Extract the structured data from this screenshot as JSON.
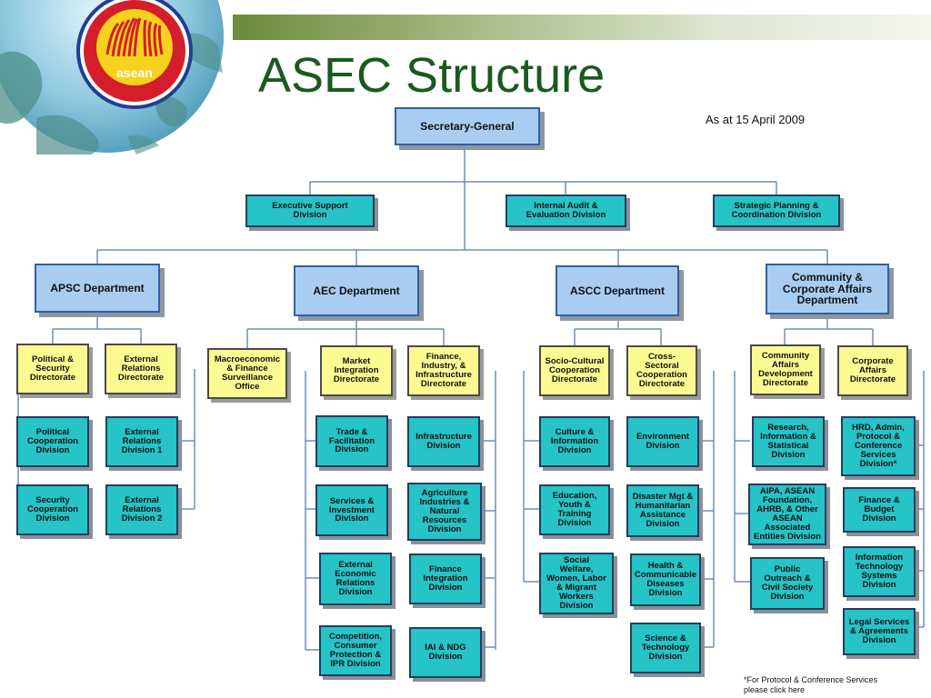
{
  "slide": {
    "title": "ASEC Structure",
    "as_at": "As at 15 April 2009",
    "footnote_lines": [
      "*For Protocol & Conference Services",
      " please click here"
    ],
    "logo_text": "asean",
    "colors": {
      "title": "#1a5a1e",
      "department_fill": "#a9cdf1",
      "directorate_fill": "#fbfb92",
      "division_fill": "#26c3c7",
      "connector": "#6f8fb8"
    }
  },
  "org": {
    "secretary_general": "Secretary-General",
    "offices": [
      "Executive Support\nDivision",
      "Internal Audit &\nEvaluation Division",
      "Strategic Planning &\nCoordination Division"
    ],
    "departments": [
      "APSC Department",
      "AEC Department",
      "ASCC Department",
      "Community &\nCorporate Affairs\nDepartment"
    ],
    "directorates": [
      "Political &\nSecurity\nDirectorate",
      "External\nRelations\nDirectorate",
      "Macroeconomic\n& Finance\nSurveillance\nOffice",
      "Market\nIntegration\nDirectorate",
      "Finance,\nIndustry, &\nInfrastructure\nDirectorate",
      "Socio-Cultural\nCooperation\nDirectorate",
      "Cross-\nSectoral\nCooperation\nDirectorate",
      "Community\nAffairs\nDevelopment\nDirectorate",
      "Corporate\nAffairs\nDirectorate"
    ],
    "divisions": [
      "Political\nCooperation\nDivision",
      "Security\nCooperation\nDivision",
      "External\nRelations\nDivision 1",
      "External\nRelations\nDivision 2",
      "Trade &\nFacilitation\nDivision",
      "Services &\nInvestment\nDivision",
      "External\nEconomic\nRelations\nDivision",
      "Competition,\nConsumer\nProtection &\nIPR Division",
      "Infrastructure\nDivision",
      "Agriculture\nIndustries &\nNatural\nResources\nDivision",
      "Finance\nIntegration\nDivision",
      "IAI & NDG\nDivision",
      "Culture &\nInformation\nDivision",
      "Education,\nYouth &\nTraining\nDivision",
      "Social\nWelfare,\nWomen, Labor\n& Migrant\nWorkers\nDivision",
      "Environment\nDivision",
      "Disaster Mgt &\nHumanitarian\nAssistance\nDivision",
      "Health &\nCommunicable\nDiseases\nDivision",
      "Science &\nTechnology\nDivision",
      "Research,\nInformation &\nStatistical\nDivision",
      "AIPA, ASEAN\nFoundation,\nAHRB, & Other\nASEAN\nAssociated\nEntities Division",
      "Public\nOutreach &\nCivil Society\nDivision",
      "HRD, Admin,\nProtocol &\nConference\nServices\nDivision*",
      "Finance &\nBudget\nDivision",
      "Information\nTechnology\nSystems\nDivision",
      "Legal Services\n& Agreements\nDivision"
    ]
  }
}
